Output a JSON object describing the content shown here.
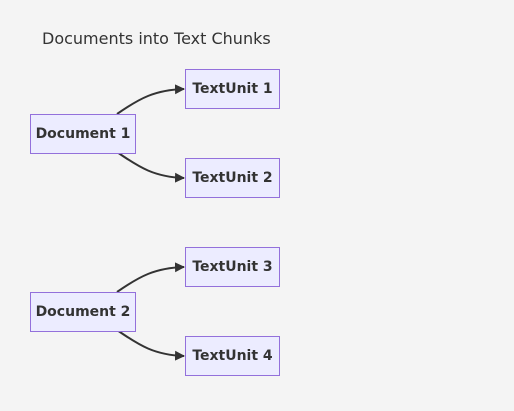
{
  "title": "Documents into Text Chunks",
  "colors": {
    "node_fill": "#ececff",
    "node_border": "#9370db",
    "edge": "#333333",
    "text": "#333333",
    "background": "#f4f4f4"
  },
  "documents": [
    {
      "label": "Document 1"
    },
    {
      "label": "Document 2"
    }
  ],
  "text_units": [
    {
      "label": "TextUnit 1",
      "source": 0
    },
    {
      "label": "TextUnit 2",
      "source": 0
    },
    {
      "label": "TextUnit 3",
      "source": 1
    },
    {
      "label": "TextUnit 4",
      "source": 1
    }
  ]
}
